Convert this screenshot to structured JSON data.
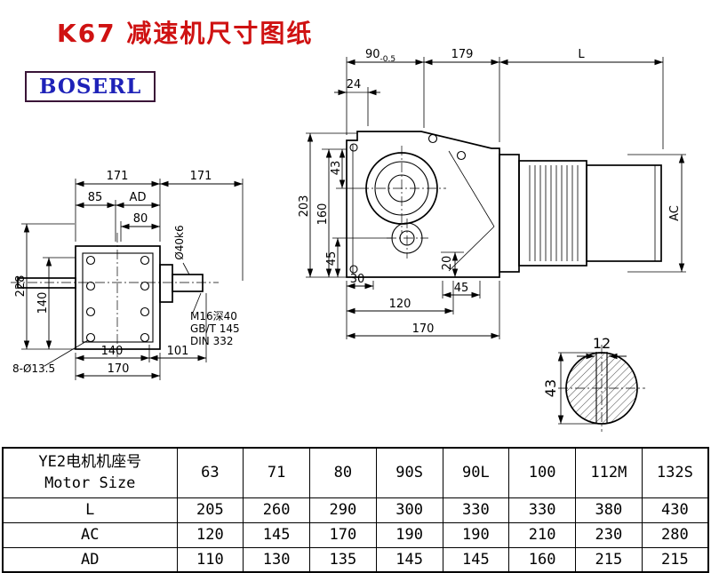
{
  "header": {
    "title": "K67 减速机尺寸图纸",
    "logo": "BOSERL"
  },
  "left_view": {
    "dim_171_left": "171",
    "dim_171_right": "171",
    "dim_85": "85",
    "dim_AD": "AD",
    "dim_80": "80",
    "shaft_label": "Ø40k6",
    "dim_228": "228",
    "dim_140_vertical": "140",
    "dim_140_bottom": "140",
    "dim_101": "101",
    "dim_170": "170",
    "holes_label": "8-Ø13.5",
    "note_line1": "M16深40",
    "note_line2": "GB/T 145",
    "note_line3": "DIN 332"
  },
  "right_view": {
    "dim_90": "90",
    "dim_90_tol": "-0.5",
    "dim_179": "179",
    "dim_L": "L",
    "dim_24": "24",
    "dim_203": "203",
    "dim_160": "160",
    "dim_43": "43",
    "dim_45_left": "45",
    "dim_30": "30",
    "dim_20": "20",
    "dim_45_bottom": "45",
    "dim_120": "120",
    "dim_170": "170",
    "dim_AC": "AC"
  },
  "shaft_section": {
    "dim_12": "12",
    "dim_43": "43"
  },
  "table": {
    "header_cn": "YE2电机机座号",
    "header_en": "Motor Size",
    "sizes": [
      "63",
      "71",
      "80",
      "90S",
      "90L",
      "100",
      "112M",
      "132S"
    ],
    "rows": [
      {
        "label": "L",
        "values": [
          "205",
          "260",
          "290",
          "300",
          "330",
          "330",
          "380",
          "430"
        ]
      },
      {
        "label": "AC",
        "values": [
          "120",
          "145",
          "170",
          "190",
          "190",
          "210",
          "230",
          "280"
        ]
      },
      {
        "label": "AD",
        "values": [
          "110",
          "130",
          "135",
          "145",
          "145",
          "160",
          "215",
          "215"
        ]
      }
    ]
  }
}
